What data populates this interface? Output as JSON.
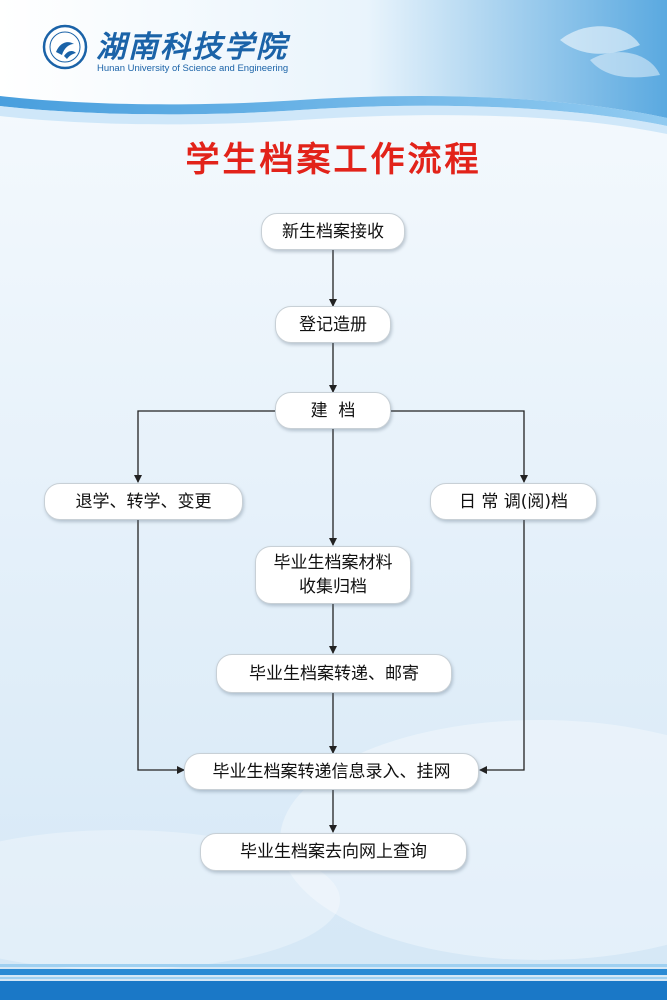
{
  "header": {
    "school_name_cn": "湖南科技学院",
    "school_name_en": "Hunan University of Science and Engineering"
  },
  "title": "学生档案工作流程",
  "flow": {
    "nodes": {
      "receive": "新生档案接收",
      "register": "登记造册",
      "build": "建  档",
      "withdraw_transfer": "退学、转学、变更",
      "daily_access": "日 常 调(阅)档",
      "graduate_collect": "毕业生档案材料\n收集归档",
      "graduate_transfer_mail": "毕业生档案转递、邮寄",
      "graduate_record_online": "毕业生档案转递信息录入、挂网",
      "graduate_query": "毕业生档案去向网上查询"
    }
  },
  "colors": {
    "title": "#e2231a",
    "brand_blue": "#1b63a8",
    "arrow": "#222222"
  }
}
